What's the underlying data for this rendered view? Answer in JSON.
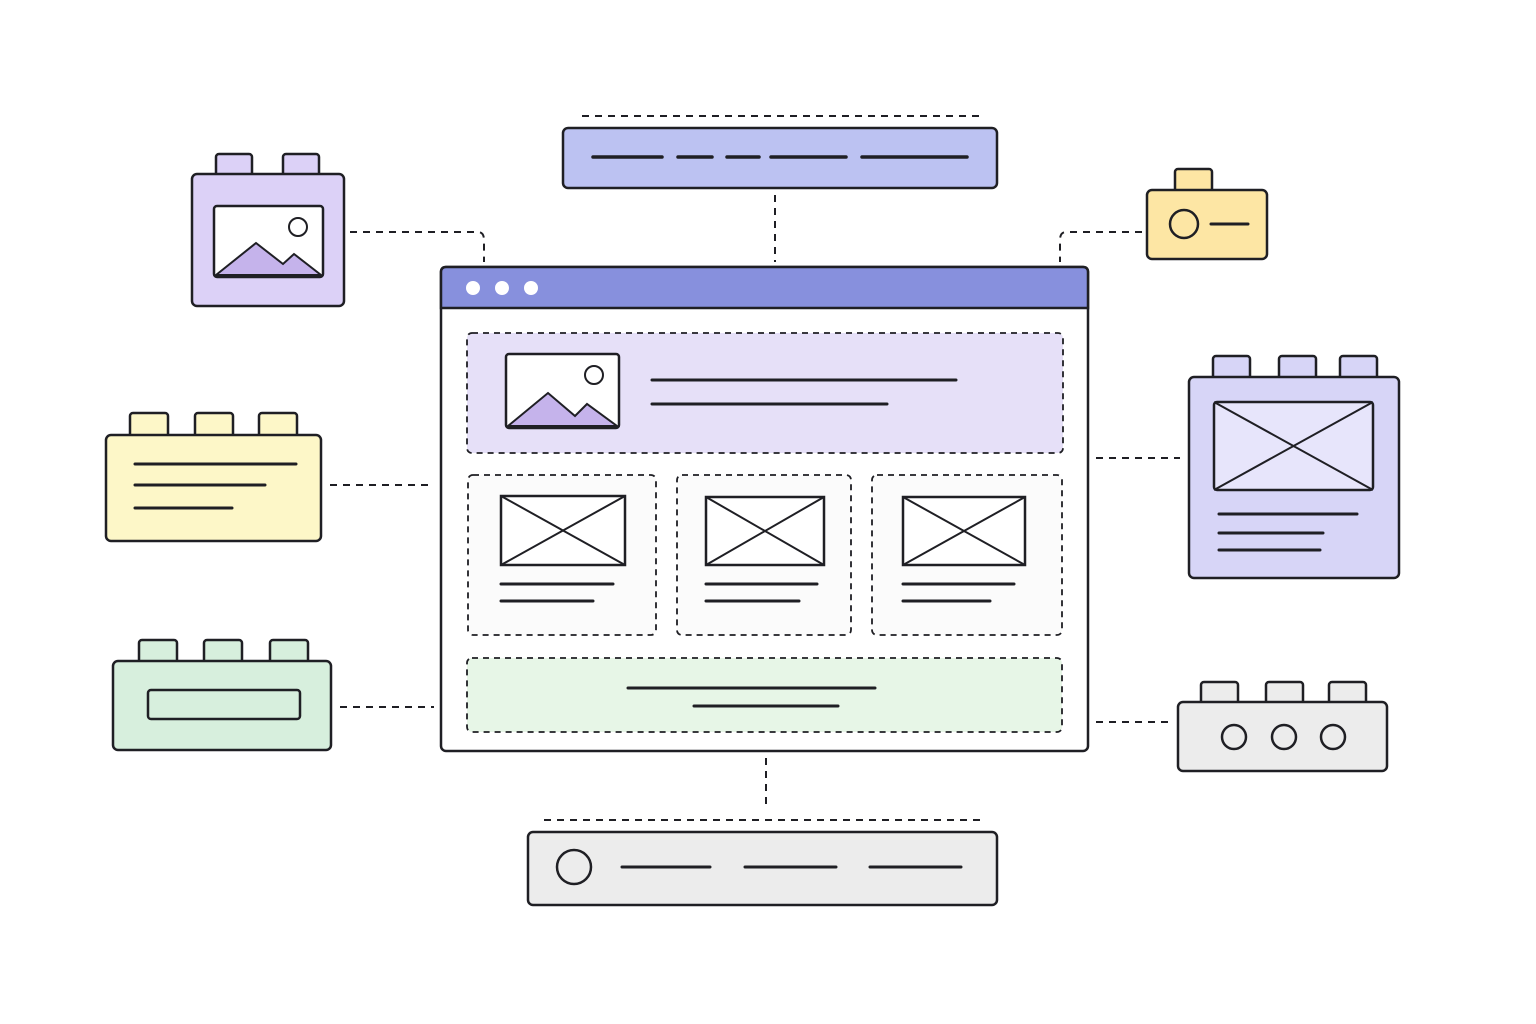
{
  "diagram": {
    "kind": "modular-web-page-wireframe",
    "texts": [],
    "colors": {
      "ink": "#1f1f24",
      "browser_titlebar": "#8790dd",
      "lavender": "#dcd1f7",
      "hero_fill": "#e6e0f8",
      "periwinkle": "#bcc2f2",
      "card_block": "#d7d5f7",
      "yellow": "#fdf7c8",
      "amber": "#fde6a4",
      "mint": "#d7efdd",
      "footer_fill": "#e7f6e7",
      "grey": "#ececec",
      "mountain": "#c5b3eb",
      "card_fill": "#fbfbfb"
    },
    "browser": {
      "window_dots": 3,
      "content_regions": [
        "hero",
        "card-row",
        "footer-band"
      ],
      "cards": 3
    },
    "blocks": [
      {
        "id": "image-block",
        "icon": "image-icon",
        "studs": 2,
        "color": "lavender",
        "connects_to": "browser-window"
      },
      {
        "id": "nav-bar-block",
        "icon": "navigation-lines",
        "studs": 0,
        "color": "periwinkle",
        "connects_to": "browser-window"
      },
      {
        "id": "button-block",
        "icon": "toggle-icon",
        "studs": 1,
        "color": "amber",
        "connects_to": "browser-window"
      },
      {
        "id": "text-block",
        "icon": "text-lines",
        "studs": 3,
        "color": "yellow",
        "connects_to": "card-row"
      },
      {
        "id": "card-block",
        "icon": "image-placeholder-icon",
        "studs": 3,
        "color": "card_block",
        "connects_to": "card-row"
      },
      {
        "id": "input-block",
        "icon": "input-field",
        "studs": 3,
        "color": "mint",
        "connects_to": "footer-band"
      },
      {
        "id": "pagination-block",
        "icon": "three-dots-icon",
        "studs": 3,
        "color": "grey",
        "connects_to": "footer-band"
      },
      {
        "id": "footer-bar-block",
        "icon": "avatar-and-links",
        "studs": 0,
        "color": "grey",
        "connects_to": "browser-window"
      }
    ]
  }
}
